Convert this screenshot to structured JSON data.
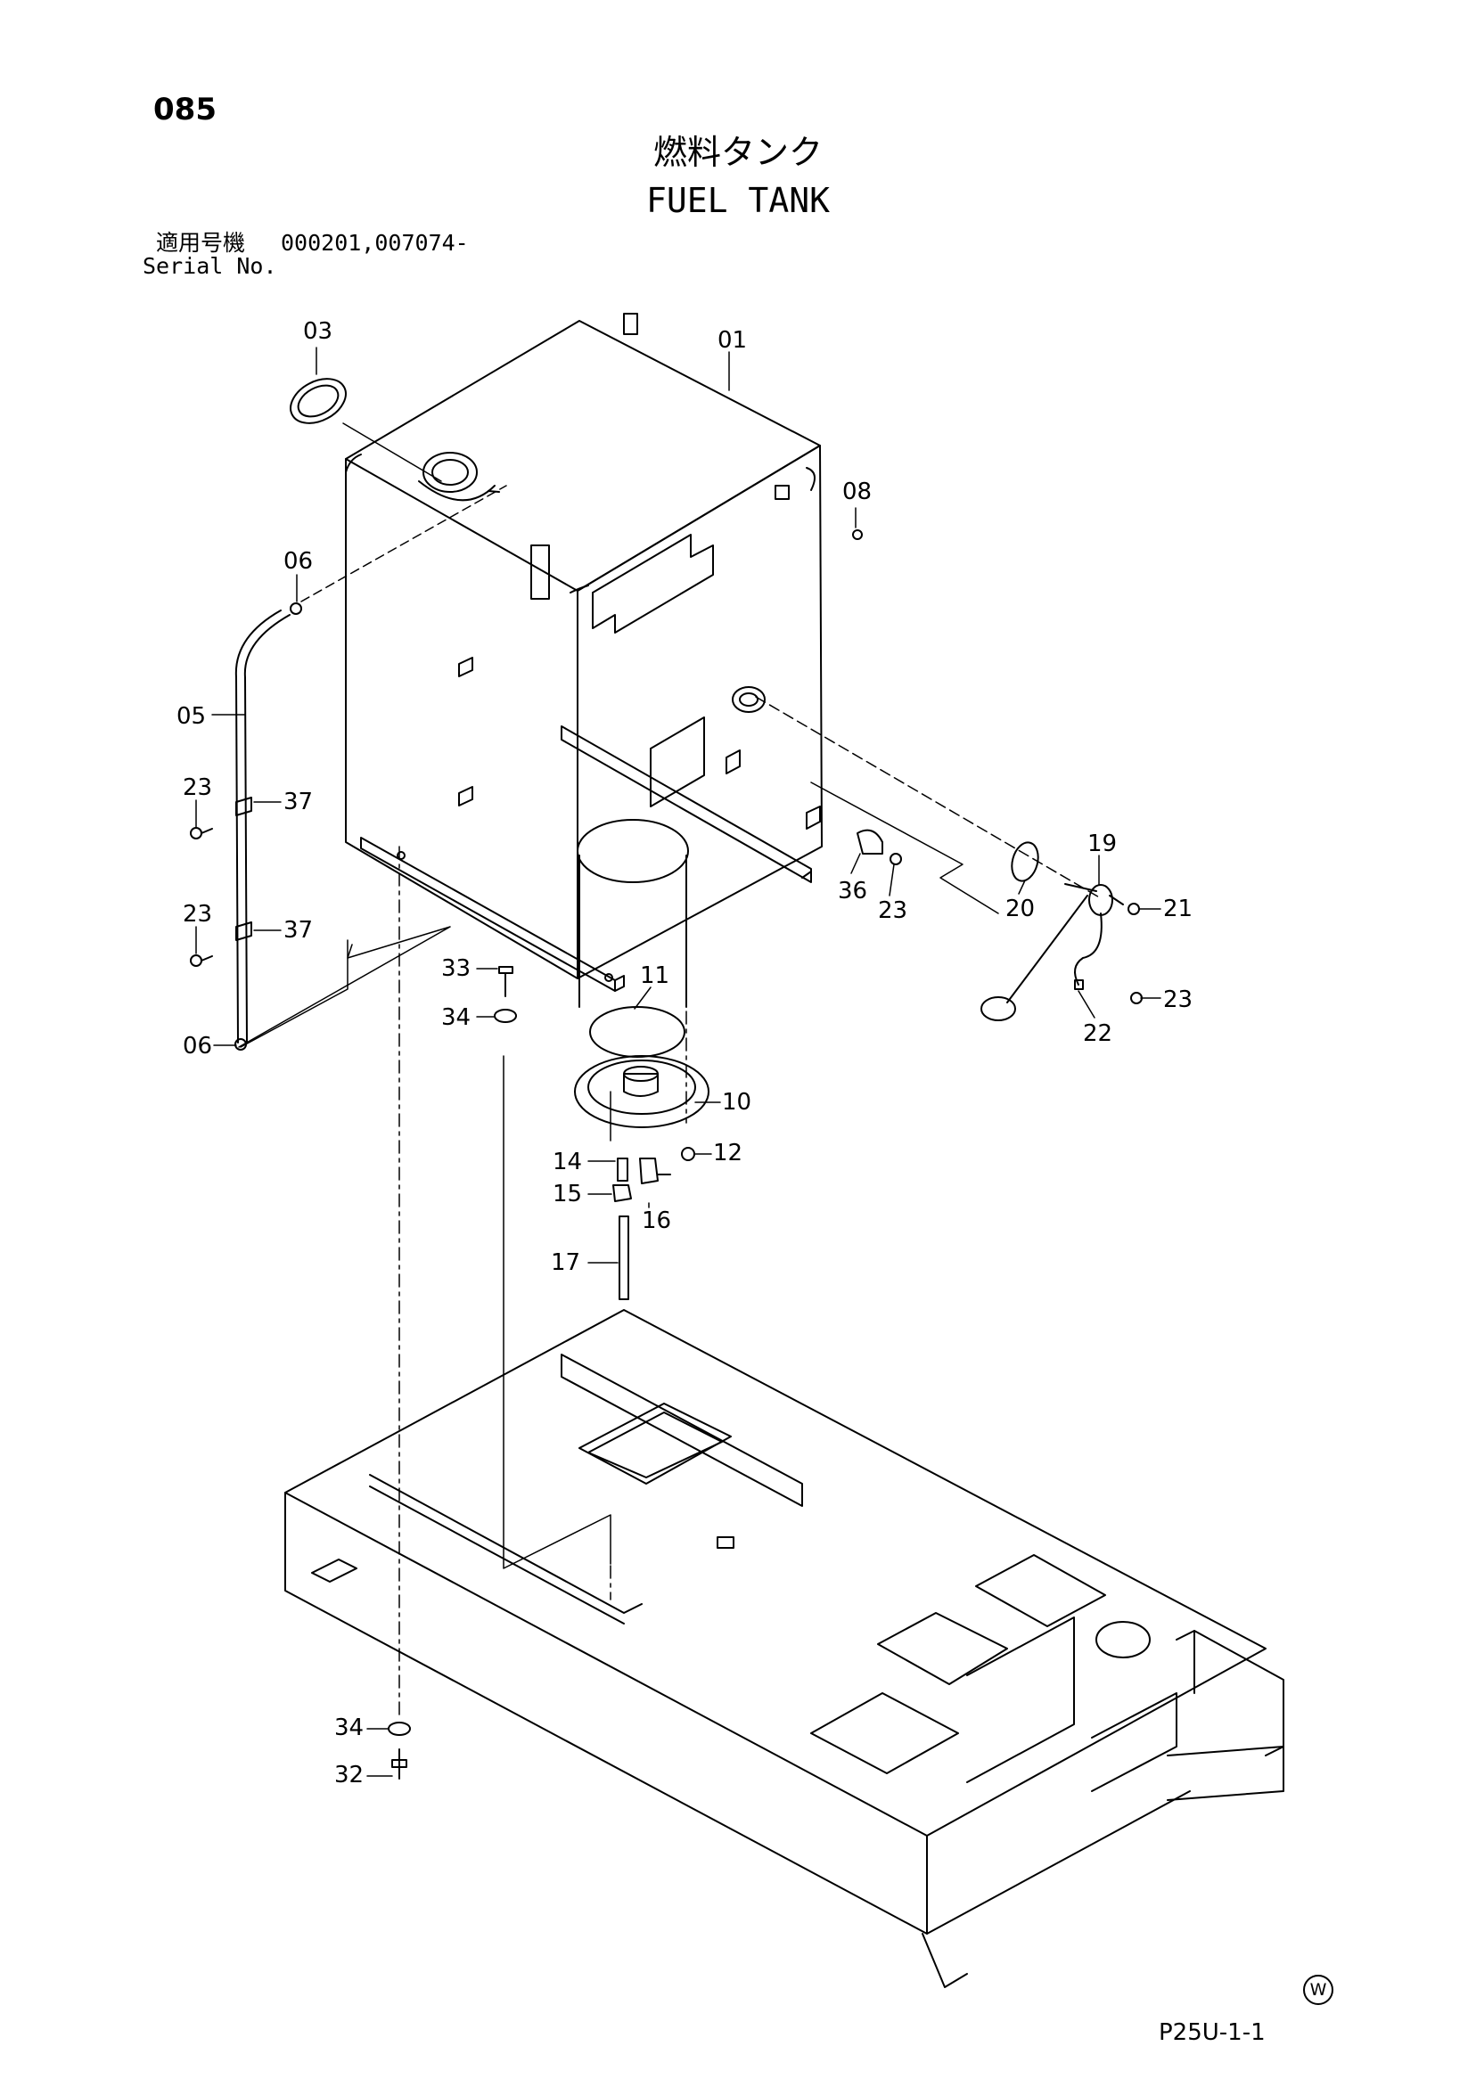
{
  "page_number": "085",
  "title_jp": "燃料タンク",
  "title_en": "FUEL TANK",
  "serial_label_jp": "適用号機",
  "serial_value": "000201,007074-",
  "serial_label_en": "Serial No.",
  "footer_code": "P25U-1-1",
  "corner_mark": "W",
  "part_labels": {
    "p01": "01",
    "p03": "03",
    "p05": "05",
    "p06a": "06",
    "p06b": "06",
    "p08": "08",
    "p10": "10",
    "p11": "11",
    "p12": "12",
    "p14": "14",
    "p15": "15",
    "p16": "16",
    "p17": "17",
    "p19": "19",
    "p20": "20",
    "p21": "21",
    "p22": "22",
    "p23a": "23",
    "p23b": "23",
    "p23c": "23",
    "p23d": "23",
    "p32": "32",
    "p33": "33",
    "p34a": "34",
    "p34b": "34",
    "p36": "36",
    "p37a": "37",
    "p37b": "37"
  }
}
